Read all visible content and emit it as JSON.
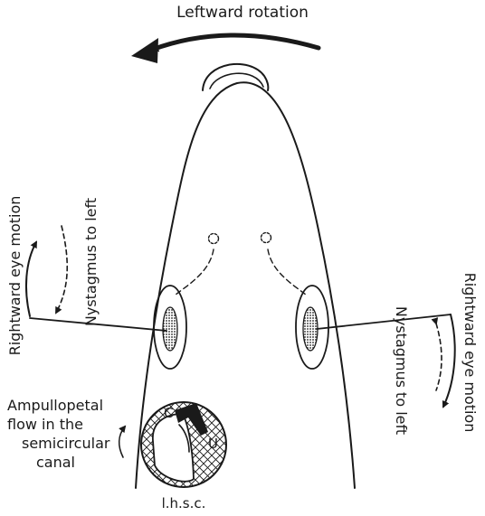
{
  "labels": {
    "top_rotation": "Leftward rotation",
    "left_eye_motion": "Rightward eye motion",
    "left_nystagmus": "Nystagmus to left",
    "right_eye_motion": "Rightward eye  motion",
    "right_nystagmus": "Nystagmus to left",
    "ampullopetal_1": "Ampullopetal",
    "ampullopetal_2": "flow in the",
    "ampullopetal_3": "semicircular",
    "ampullopetal_4": "canal",
    "cupula": "C",
    "utricle": "U",
    "canal_abbrev": "l.h.s.c."
  },
  "colors": {
    "ink": "#1a1a1a",
    "background": "#ffffff"
  },
  "icons": {
    "rotation_arrow": "curved-arrow-left-icon",
    "eye_motion_arrow": "curved-solid-arrow-icon",
    "nystagmus_arrow": "curved-dashed-arrow-icon"
  }
}
